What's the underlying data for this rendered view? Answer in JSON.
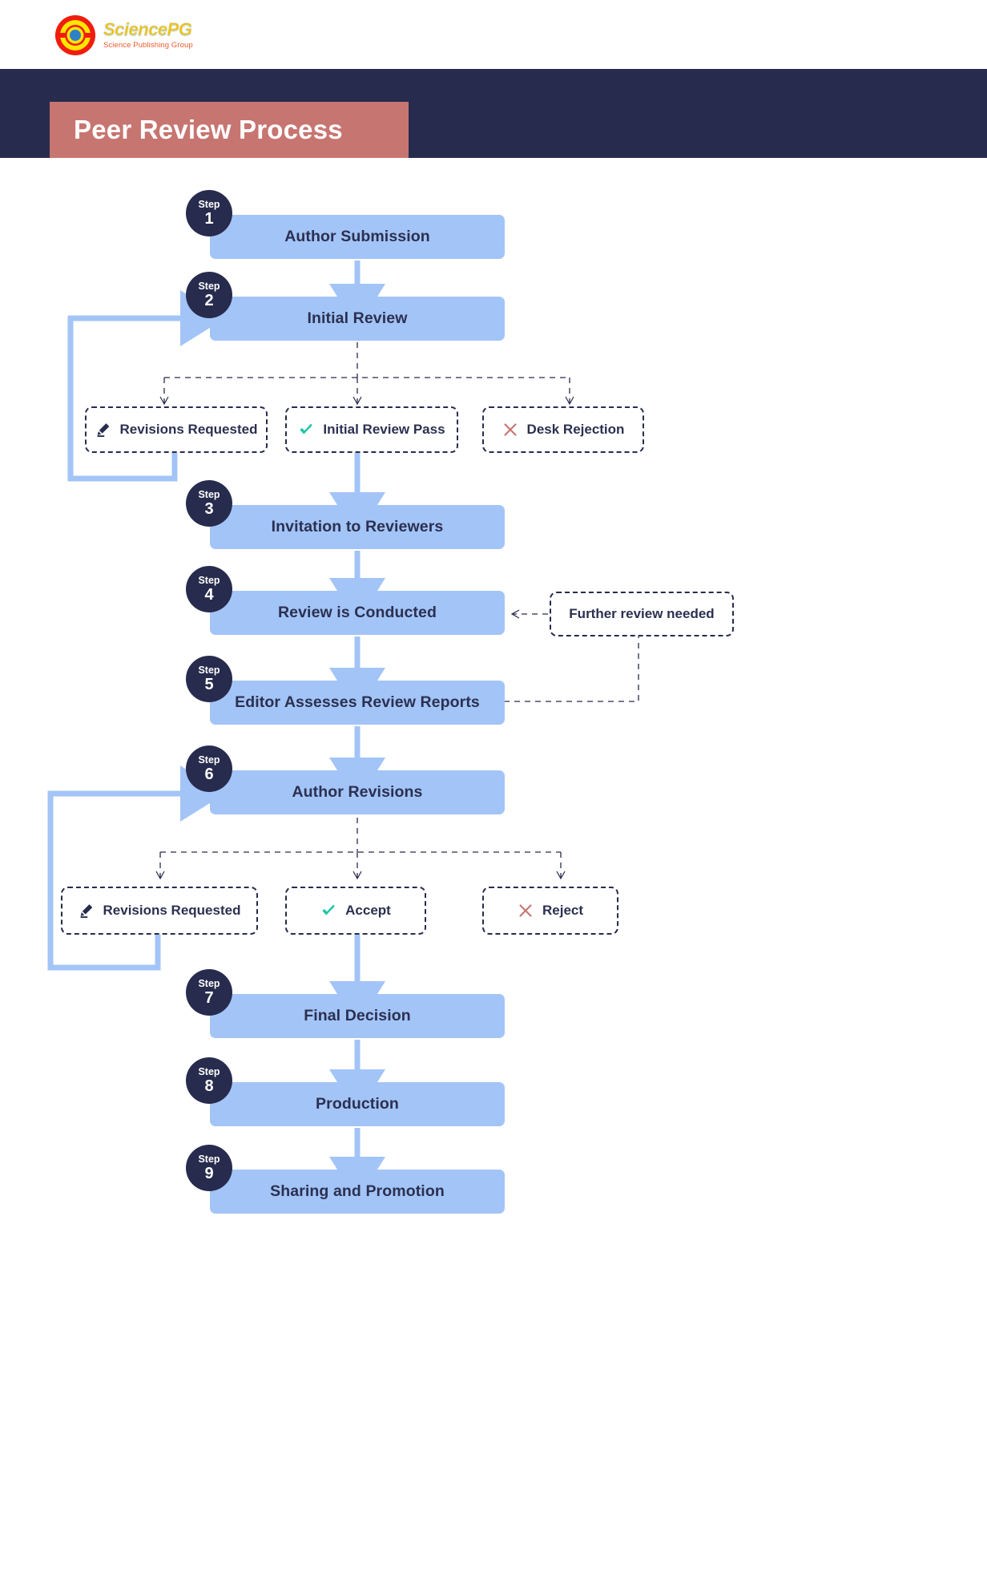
{
  "brand": {
    "name": "SciencePG",
    "tagline": "Science Publishing Group",
    "logo_icon": "sciencepg-circular-logo"
  },
  "header": {
    "title": "Peer Review Process",
    "band_color": "#272b4d",
    "title_box_color": "#c77570"
  },
  "colors": {
    "step_box": "#a3c4f7",
    "step_badge": "#272b4d",
    "arrow": "#a3c4f7",
    "dashed_border": "#272b4d",
    "accept_green": "#1fc8a9",
    "reject_red": "#c77570",
    "text_dark": "#2b3050"
  },
  "steps": [
    {
      "badge_label": "Step",
      "number": "1",
      "label": "Author Submission"
    },
    {
      "badge_label": "Step",
      "number": "2",
      "label": "Initial Review"
    },
    {
      "badge_label": "Step",
      "number": "3",
      "label": "Invitation to Reviewers"
    },
    {
      "badge_label": "Step",
      "number": "4",
      "label": "Review is Conducted"
    },
    {
      "badge_label": "Step",
      "number": "5",
      "label": "Editor Assesses Review Reports"
    },
    {
      "badge_label": "Step",
      "number": "6",
      "label": "Author Revisions"
    },
    {
      "badge_label": "Step",
      "number": "7",
      "label": "Final Decision"
    },
    {
      "badge_label": "Step",
      "number": "8",
      "label": "Production"
    },
    {
      "badge_label": "Step",
      "number": "9",
      "label": "Sharing and Promotion"
    }
  ],
  "branch_one": {
    "options": [
      {
        "label": "Revisions Requested",
        "icon": "pen-icon"
      },
      {
        "label": "Initial Review Pass",
        "icon": "check-icon"
      },
      {
        "label": "Desk Rejection",
        "icon": "cross-icon"
      }
    ]
  },
  "branch_two": {
    "options": [
      {
        "label": "Revisions Requested",
        "icon": "pen-icon"
      },
      {
        "label": "Accept",
        "icon": "check-icon"
      },
      {
        "label": "Reject",
        "icon": "cross-icon"
      }
    ]
  },
  "notes": [
    {
      "label": "Further review needed"
    }
  ]
}
